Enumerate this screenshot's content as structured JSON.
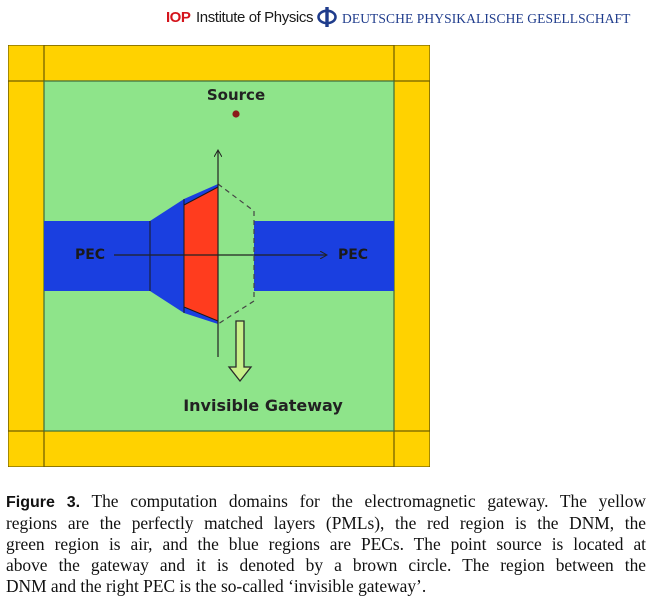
{
  "header": {
    "iop_logo": "IOP",
    "iop_name": "Institute of Physics",
    "dpg_logo_icon": "phi-icon",
    "dpg_name": "DEUTSCHE PHYSIKALISCHE GESELLSCHAFT"
  },
  "figure": {
    "labels": {
      "source": "Source",
      "pec_left": "PEC",
      "pec_right": "PEC",
      "gateway": "Invisible Gateway"
    },
    "colors": {
      "pml": "#ffd200",
      "air": "#8ee48a",
      "pec": "#1a3fe0",
      "dnm": "#ff3c1e",
      "source_point": "#8b1a1a"
    }
  },
  "caption": {
    "label": "Figure 3.",
    "lines": [
      "The computation domains for the electromagnetic gateway. The yellow",
      "regions are the perfectly matched layers (PMLs), the red region is the DNM, the",
      "green region is air, and the blue regions are PECs. The point source is located at",
      "above the gateway and it is denoted by a brown circle. The region between the",
      "DNM and the right PEC is the so-called ‘invisible gateway’."
    ]
  }
}
